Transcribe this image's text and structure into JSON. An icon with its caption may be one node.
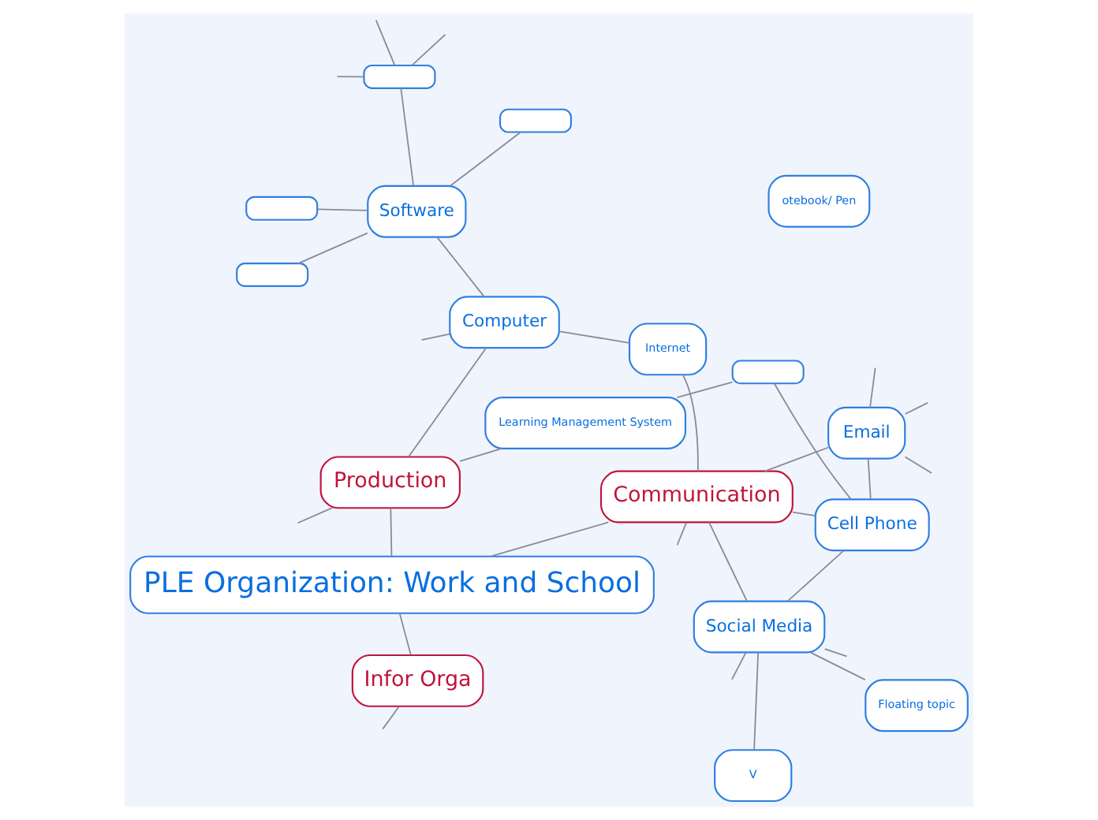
{
  "diagram": {
    "nodes": [
      {
        "text": [
          "PLE Organization: Work and School"
        ]
      },
      {
        "text": [
          "Communication"
        ]
      },
      {
        "text": [
          "Cell Phone"
        ]
      },
      {
        "text": [
          "Email"
        ]
      },
      {
        "text": [
          "Social Media"
        ]
      },
      {
        "text": [],
        "shape": "box"
      },
      {
        "text": [
          "Floating topic"
        ]
      },
      {
        "text": [
          "Learning Management System"
        ]
      },
      {
        "text": [
          "Production"
        ]
      },
      {
        "text": [
          "Infor Orga"
        ]
      },
      {
        "text": [
          "Internet"
        ]
      },
      {
        "text": [
          "otebook/ Pen"
        ]
      },
      {
        "text": [],
        "shape": "box"
      },
      {
        "text": [],
        "shape": "box"
      },
      {
        "text": [
          "Software"
        ]
      },
      {
        "text": [],
        "shape": "box"
      },
      {
        "text": [],
        "shape": "box"
      },
      {
        "text": [
          "Computer"
        ]
      },
      {
        "text": [
          "V"
        ]
      }
    ],
    "edges": [
      {
        "from": 0,
        "to": 1,
        "arrow": "none"
      },
      {
        "from": 0,
        "to": 8,
        "arrow": "none"
      },
      {
        "from": 0,
        "to": 9,
        "arrow": "none"
      },
      {
        "from": 1,
        "to": 2,
        "arrow": "none"
      },
      {
        "from": 1,
        "to": 3,
        "arrow": "none"
      },
      {
        "from": 1,
        "to": 4,
        "arrow": "none"
      },
      {
        "from": 1,
        "to": null,
        "arrow": "none"
      },
      {
        "from": 1,
        "to": 10,
        "arrow": "none"
      },
      {
        "from": 3,
        "to": 2,
        "arrow": "none"
      },
      {
        "from": 3,
        "to": null,
        "arrow": "none"
      },
      {
        "from": 3,
        "to": null,
        "arrow": "none"
      },
      {
        "from": 3,
        "to": null,
        "arrow": "none"
      },
      {
        "from": 2,
        "to": 4,
        "arrow": "none"
      },
      {
        "from": 2,
        "to": 5,
        "arrow": "none"
      },
      {
        "from": 4,
        "to": null,
        "arrow": "none"
      },
      {
        "from": 4,
        "to": null,
        "arrow": "none"
      },
      {
        "from": 4,
        "to": 6,
        "arrow": "none"
      },
      {
        "from": 4,
        "to": 18,
        "arrow": "none"
      },
      {
        "from": 5,
        "to": 7,
        "arrow": "none"
      },
      {
        "from": 7,
        "to": 8,
        "arrow": "none"
      },
      {
        "from": 8,
        "to": null,
        "arrow": "none"
      },
      {
        "from": 8,
        "to": 17,
        "arrow": "none"
      },
      {
        "from": 10,
        "to": 17,
        "arrow": "none"
      },
      {
        "from": 14,
        "to": 12,
        "arrow": "none"
      },
      {
        "from": 14,
        "to": 13,
        "arrow": "none"
      },
      {
        "from": 14,
        "to": 15,
        "arrow": "none"
      },
      {
        "from": 14,
        "to": 16,
        "arrow": "none"
      },
      {
        "from": 14,
        "to": 17,
        "arrow": "none"
      },
      {
        "from": 16,
        "to": null,
        "arrow": "none"
      },
      {
        "from": 16,
        "to": null,
        "arrow": "none"
      },
      {
        "from": 16,
        "to": null,
        "arrow": "none"
      },
      {
        "from": 17,
        "to": null,
        "arrow": "none"
      },
      {
        "from": 9,
        "to": null,
        "arrow": "none"
      }
    ]
  }
}
